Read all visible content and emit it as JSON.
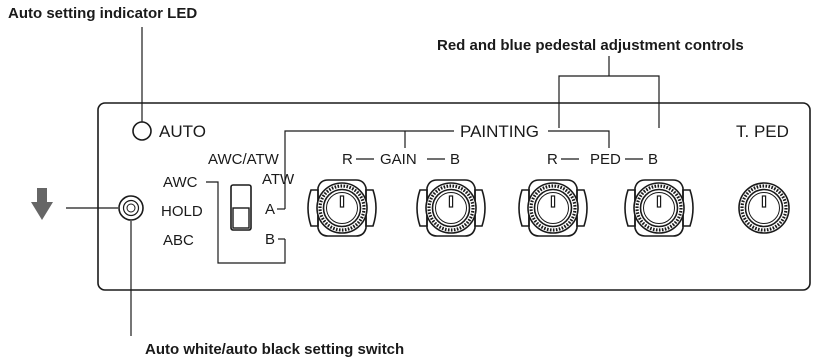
{
  "callouts": {
    "auto_led": "Auto setting indicator LED",
    "pedestal": "Red and blue pedestal adjustment controls",
    "switch": "Auto white/auto black setting switch"
  },
  "panel": {
    "auto_label": "AUTO",
    "painting_label": "PAINTING",
    "tped_label": "T. PED",
    "awc_atw_label": "AWC/ATW",
    "atw_label": "ATW",
    "a_label": "A",
    "b_label": "B",
    "awc_label": "AWC",
    "hold_label": "HOLD",
    "abc_label": "ABC",
    "gain_label": "GAIN",
    "ped_label": "PED",
    "r_label": "R",
    "b_knob_label": "B"
  },
  "icons": {
    "arrow": "down-arrow-icon",
    "led": "led-circle-icon",
    "knob": "rotary-knob-icon",
    "toggle": "toggle-switch-icon"
  },
  "colors": {
    "ink": "#1a1a1a",
    "arrow": "#666666",
    "background": "#ffffff"
  }
}
